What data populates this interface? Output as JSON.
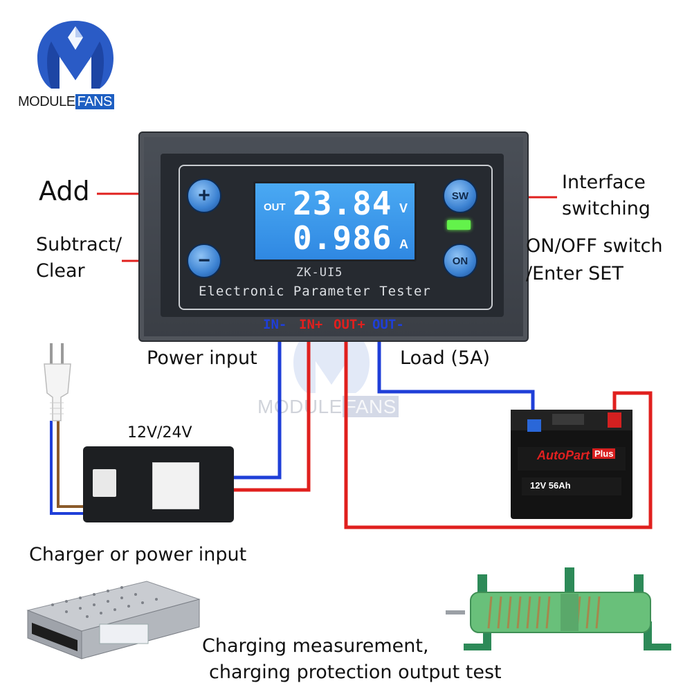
{
  "brand": {
    "word1": "MODULE",
    "word2": "FANS"
  },
  "watermark": {
    "word1": "MODULE",
    "word2": "FANS"
  },
  "device": {
    "screen": {
      "out_label": "OUT",
      "voltage": "23.84",
      "voltage_unit": "V",
      "current": "0.986",
      "current_unit": "A"
    },
    "model": "ZK-UI5",
    "subtitle": "Electronic Parameter Tester",
    "buttons": {
      "plus": "+",
      "minus": "−",
      "sw": "SW",
      "on": "ON"
    },
    "terminals": [
      {
        "label": "IN-",
        "color": "#1f3fd8"
      },
      {
        "label": "IN+",
        "color": "#e0201e"
      },
      {
        "label": "OUT+",
        "color": "#e0201e"
      },
      {
        "label": "OUT-",
        "color": "#1f3fd8"
      }
    ]
  },
  "labels": {
    "add": "Add",
    "subtract_line1": "Subtract/",
    "subtract_line2": "Clear",
    "interface_line1": "Interface",
    "interface_line2": "switching",
    "onoff_line1": "ON/OFF switch",
    "onoff_line2": "/Enter SET",
    "power_input": "Power input",
    "load": "Load (5A)",
    "adapter_voltage": "12V/24V",
    "charger": "Charger or power input",
    "charging_line1": "Charging measurement,",
    "charging_line2": "charging protection output test"
  },
  "battery": {
    "brand": "AutoPart",
    "badge": "Plus",
    "spec": "12V 56Ah"
  },
  "colors": {
    "wire_positive": "#e0201e",
    "wire_negative": "#1f3fd8",
    "lcd": "#3a98ea",
    "accent_blue": "#1e5fc2"
  }
}
